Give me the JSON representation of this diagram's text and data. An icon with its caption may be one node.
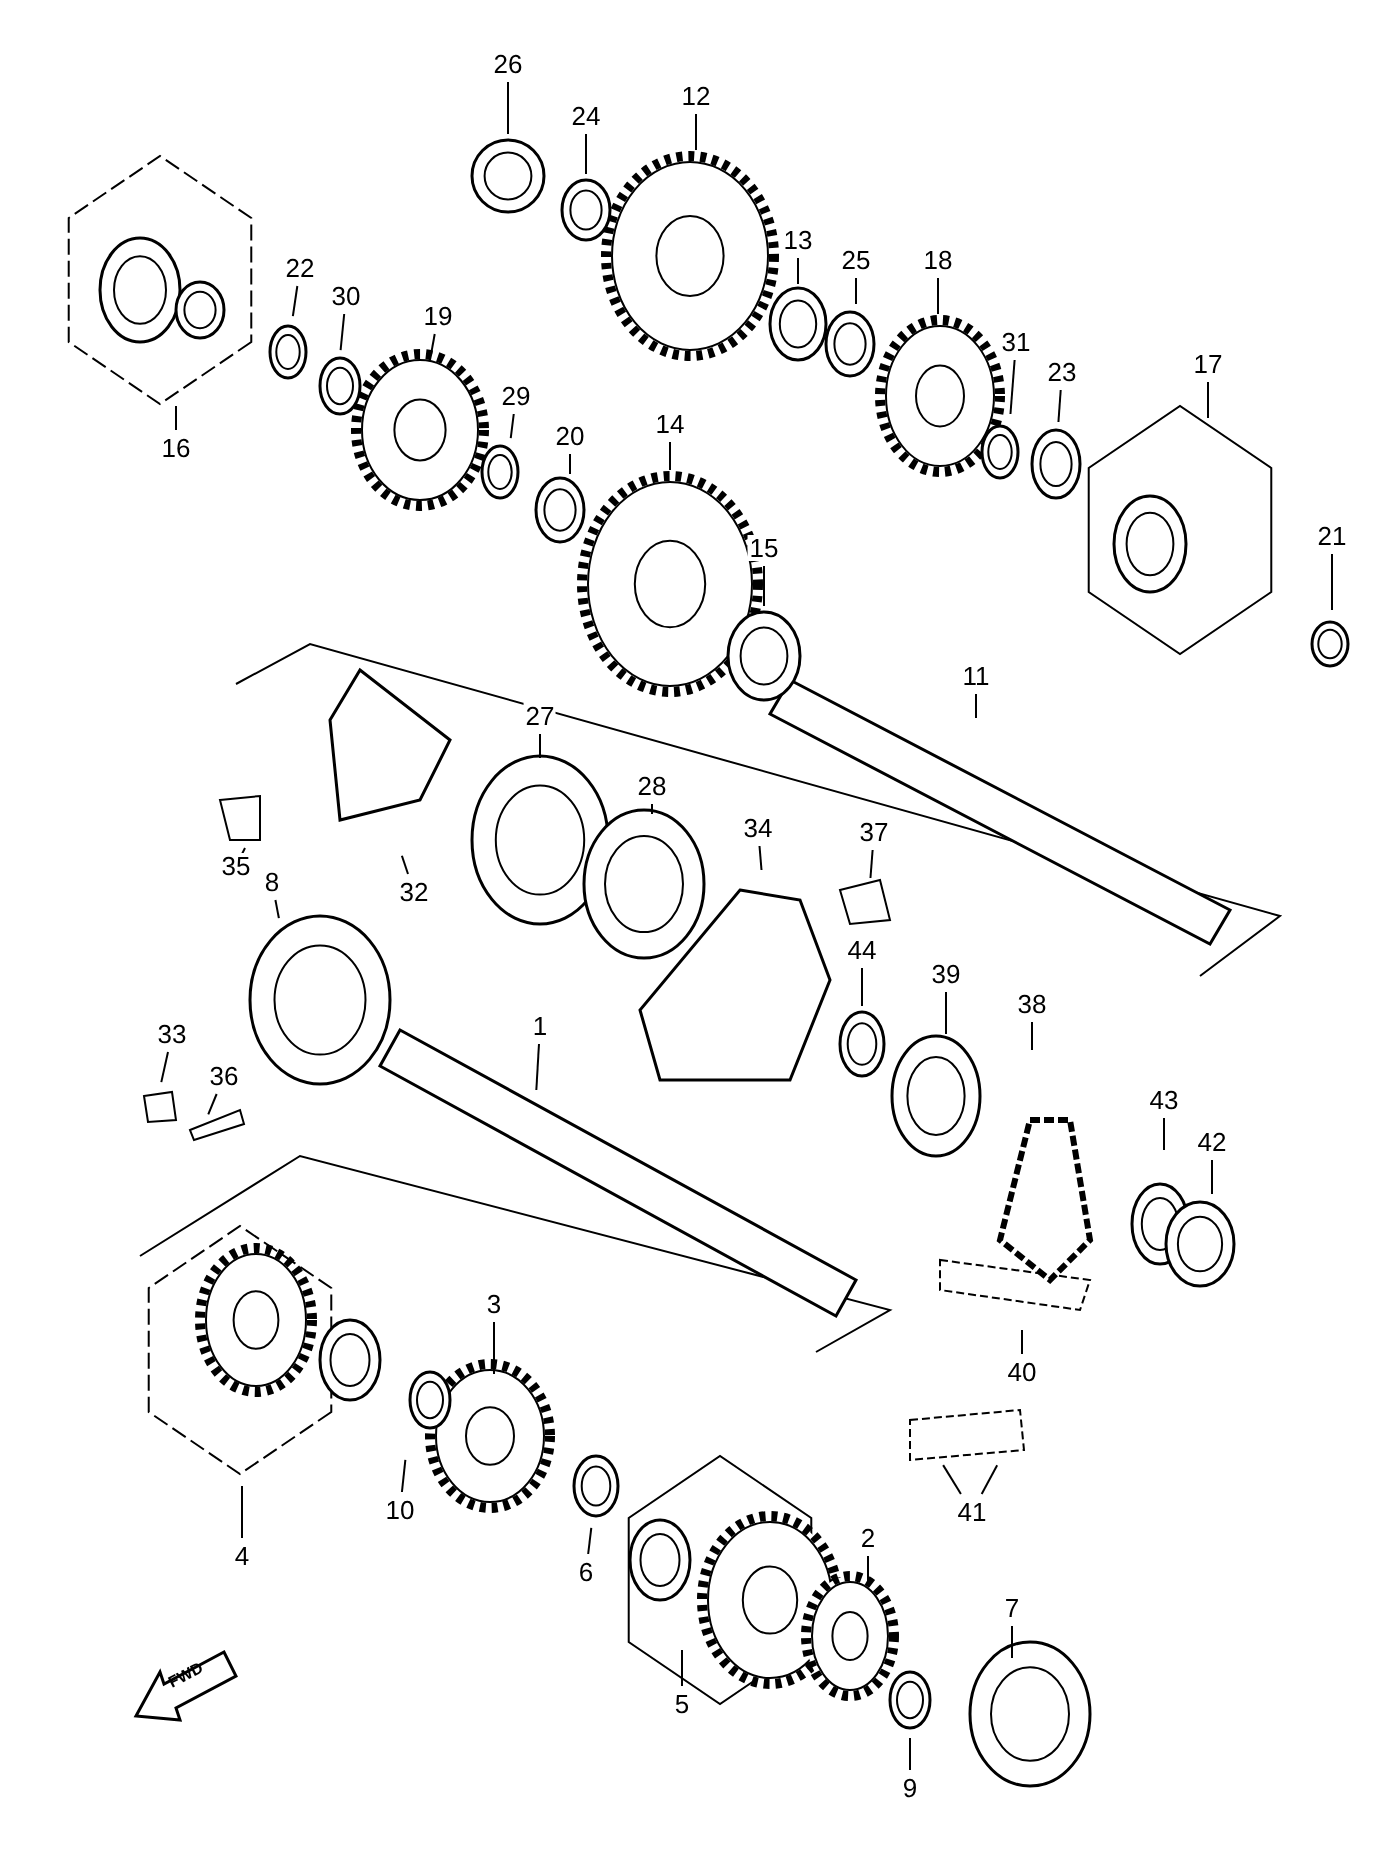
{
  "diagram": {
    "nodes": [
      {
        "text": [
          "26"
        ]
      },
      {
        "text": [
          "24"
        ]
      },
      {
        "text": [
          "12"
        ]
      },
      {
        "text": [
          "13"
        ]
      },
      {
        "text": [
          "25"
        ]
      },
      {
        "text": [
          "18"
        ]
      },
      {
        "text": [
          "22"
        ]
      },
      {
        "text": [
          "30"
        ]
      },
      {
        "text": [
          "19"
        ]
      },
      {
        "text": [
          "31"
        ]
      },
      {
        "text": [
          "23"
        ]
      },
      {
        "text": [
          "17"
        ]
      },
      {
        "text": [
          "29"
        ]
      },
      {
        "text": [
          "20"
        ]
      },
      {
        "text": [
          "14"
        ]
      },
      {
        "text": [
          "16"
        ]
      },
      {
        "text": [
          "15"
        ]
      },
      {
        "text": [
          "21"
        ]
      },
      {
        "text": [
          "11"
        ]
      },
      {
        "text": [
          "27"
        ]
      },
      {
        "text": [
          "28"
        ]
      },
      {
        "text": [
          "34"
        ]
      },
      {
        "text": [
          "37"
        ]
      },
      {
        "text": [
          "35"
        ]
      },
      {
        "text": [
          "32"
        ]
      },
      {
        "text": [
          "8"
        ]
      },
      {
        "text": [
          "44"
        ]
      },
      {
        "text": [
          "39"
        ]
      },
      {
        "text": [
          "38"
        ]
      },
      {
        "text": [
          "1"
        ]
      },
      {
        "text": [
          "33"
        ]
      },
      {
        "text": [
          "36"
        ]
      },
      {
        "text": [
          "43"
        ]
      },
      {
        "text": [
          "42"
        ]
      },
      {
        "text": [
          "3"
        ]
      },
      {
        "text": [
          "40"
        ]
      },
      {
        "text": [
          "4"
        ]
      },
      {
        "text": [
          "10"
        ]
      },
      {
        "text": [
          "41"
        ]
      },
      {
        "text": [
          "6"
        ]
      },
      {
        "text": [
          "2"
        ]
      },
      {
        "text": [
          "7"
        ]
      },
      {
        "text": [
          "5"
        ]
      },
      {
        "text": [
          "9"
        ]
      }
    ],
    "edges": [
      {
        "from": 0,
        "to": null,
        "arrow": "none"
      },
      {
        "from": 1,
        "to": null,
        "arrow": "none"
      },
      {
        "from": 2,
        "to": null,
        "arrow": "none"
      },
      {
        "from": 3,
        "to": null,
        "arrow": "none"
      },
      {
        "from": 4,
        "to": null,
        "arrow": "none"
      },
      {
        "from": 5,
        "to": null,
        "arrow": "none"
      },
      {
        "from": 6,
        "to": null,
        "arrow": "none"
      },
      {
        "from": 7,
        "to": null,
        "arrow": "none"
      },
      {
        "from": 8,
        "to": null,
        "arrow": "none"
      },
      {
        "from": 9,
        "to": null,
        "arrow": "none"
      },
      {
        "from": 10,
        "to": null,
        "arrow": "none"
      },
      {
        "from": 11,
        "to": null,
        "arrow": "none"
      },
      {
        "from": 12,
        "to": null,
        "arrow": "none"
      },
      {
        "from": 13,
        "to": null,
        "arrow": "none"
      },
      {
        "from": 14,
        "to": null,
        "arrow": "none"
      },
      {
        "from": 15,
        "to": null,
        "arrow": "none"
      },
      {
        "from": 16,
        "to": null,
        "arrow": "none"
      },
      {
        "from": 17,
        "to": null,
        "arrow": "none"
      },
      {
        "from": 18,
        "to": null,
        "arrow": "none"
      },
      {
        "from": 19,
        "to": null,
        "arrow": "none"
      },
      {
        "from": 20,
        "to": null,
        "arrow": "none"
      },
      {
        "from": 21,
        "to": null,
        "arrow": "none"
      },
      {
        "from": 22,
        "to": null,
        "arrow": "none"
      },
      {
        "from": 23,
        "to": null,
        "arrow": "none"
      },
      {
        "from": 24,
        "to": null,
        "arrow": "none"
      },
      {
        "from": 25,
        "to": null,
        "arrow": "none"
      },
      {
        "from": 26,
        "to": null,
        "arrow": "none"
      },
      {
        "from": 27,
        "to": null,
        "arrow": "none"
      },
      {
        "from": 28,
        "to": null,
        "arrow": "none"
      },
      {
        "from": 29,
        "to": null,
        "arrow": "none"
      },
      {
        "from": 30,
        "to": null,
        "arrow": "none"
      },
      {
        "from": 31,
        "to": null,
        "arrow": "none"
      },
      {
        "from": 32,
        "to": null,
        "arrow": "none"
      },
      {
        "from": 33,
        "to": null,
        "arrow": "none"
      },
      {
        "from": 34,
        "to": null,
        "arrow": "none"
      },
      {
        "from": 35,
        "to": null,
        "arrow": "none"
      },
      {
        "from": 36,
        "to": null,
        "arrow": "none"
      },
      {
        "from": 37,
        "to": null,
        "arrow": "none"
      },
      {
        "from": 38,
        "to": null,
        "arrow": "none"
      },
      {
        "from": 38,
        "to": null,
        "arrow": "none"
      },
      {
        "from": 39,
        "to": null,
        "arrow": "none"
      },
      {
        "from": 40,
        "to": null,
        "arrow": "none"
      },
      {
        "from": 41,
        "to": null,
        "arrow": "none"
      },
      {
        "from": 42,
        "to": null,
        "arrow": "none"
      },
      {
        "from": 43,
        "to": null,
        "arrow": "none"
      }
    ],
    "labels": [
      "FWD"
    ]
  }
}
